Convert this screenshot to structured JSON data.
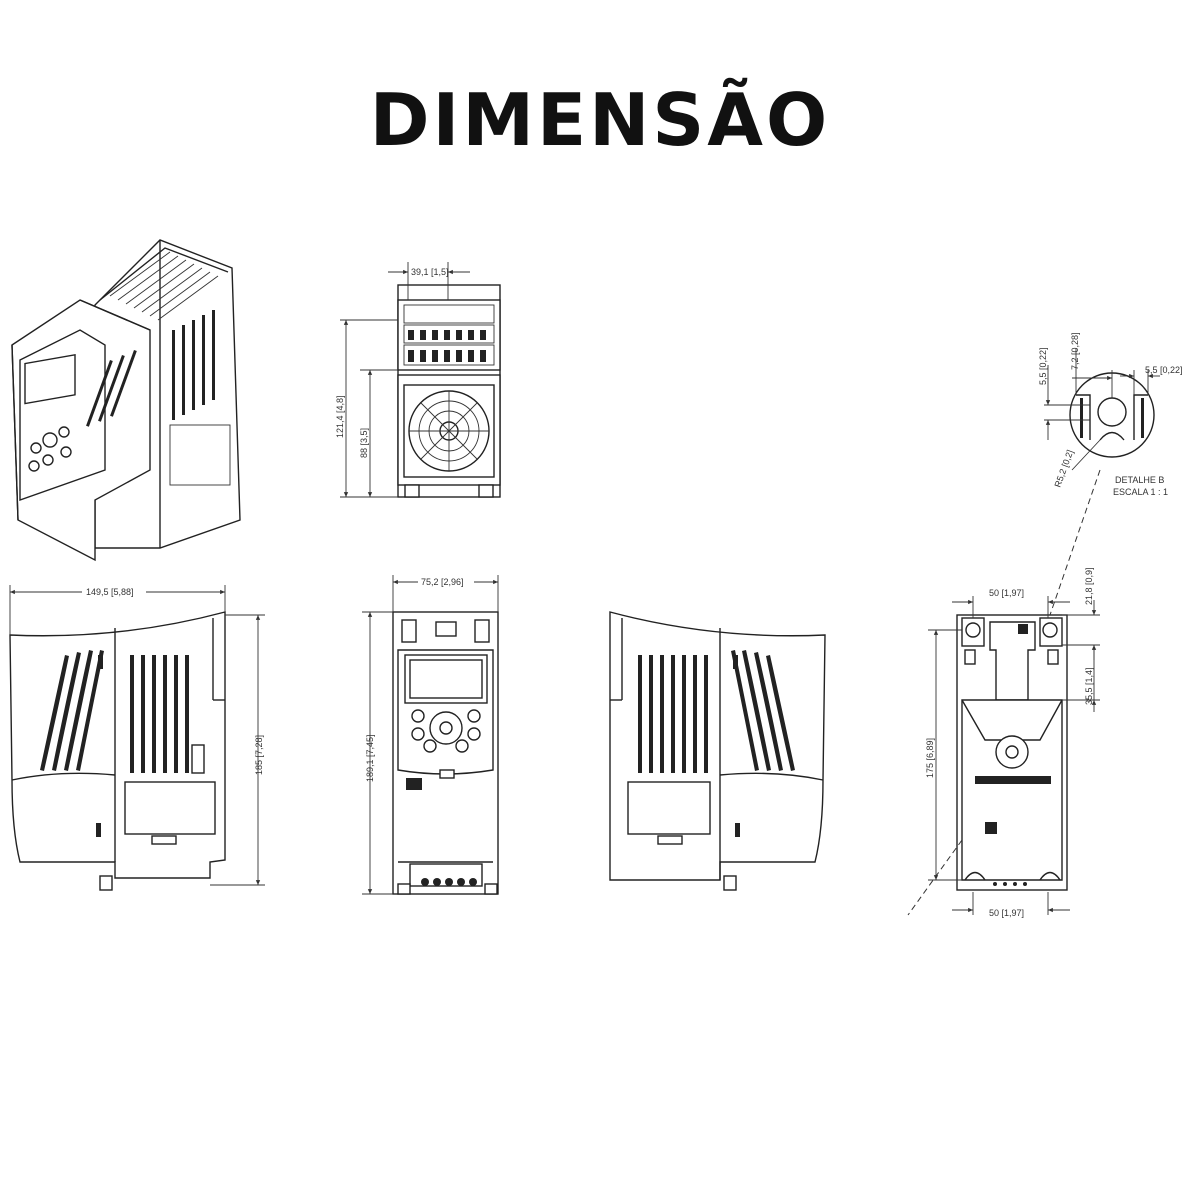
{
  "title": "DIMENSÃO",
  "top_view": {
    "width_label": "39,1 [1,5]",
    "height_label": "121,4 [4,8]",
    "fan_height_label": "88 [3,5]"
  },
  "side_view": {
    "depth_label": "149,5 [5,88]",
    "height_label": "185 [7,28]"
  },
  "front_view": {
    "width_label": "75,2 [2,96]",
    "height_label": "189,1 [7,45]"
  },
  "back_view": {
    "top_width_label": "50 [1,97]",
    "bottom_width_label": "50 [1,97]",
    "height_label": "175 [6,89]",
    "top_offset_label": "21,8 [0,9]",
    "slot_depth_label": "35,5 [1,4]"
  },
  "detail_b": {
    "dim_a": "5,5 [0,22]",
    "dim_b": "7,2 [0,28]",
    "dim_c": "5,5 [0,22]",
    "radius": "R5,2 [0,2]",
    "caption_1": "DETALHE B",
    "caption_2": "ESCALA 1 : 1"
  }
}
